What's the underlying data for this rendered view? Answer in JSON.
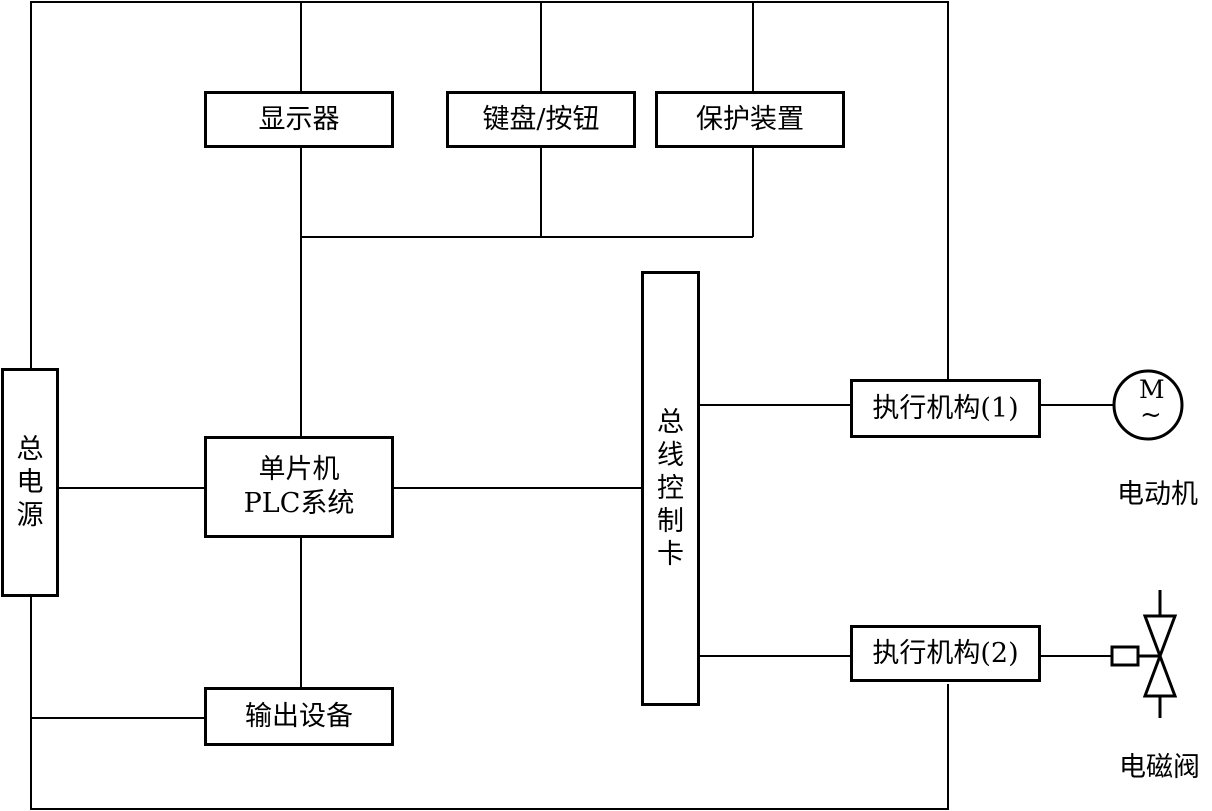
{
  "diagram": {
    "blocks": {
      "display": "显示器",
      "keyboard": "键盘/按钮",
      "protection": "保护装置",
      "power": "总电源",
      "mcu_line1": "单片机",
      "mcu_line2": "PLC系统",
      "output_device": "输出设备",
      "bus_card": "总线控制卡",
      "actuator1": "执行机构(1)",
      "actuator2": "执行机构(2)"
    },
    "motor": {
      "letter": "M",
      "symbol": "~",
      "caption": "电动机"
    },
    "valve": {
      "caption": "电磁阀"
    }
  }
}
